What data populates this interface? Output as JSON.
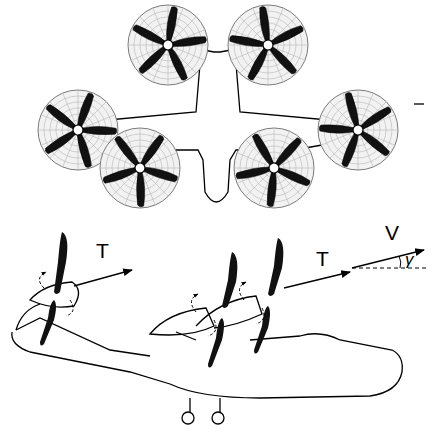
{
  "diagram": {
    "labels": [
      "T",
      "T",
      "V",
      "γ"
    ]
  }
}
